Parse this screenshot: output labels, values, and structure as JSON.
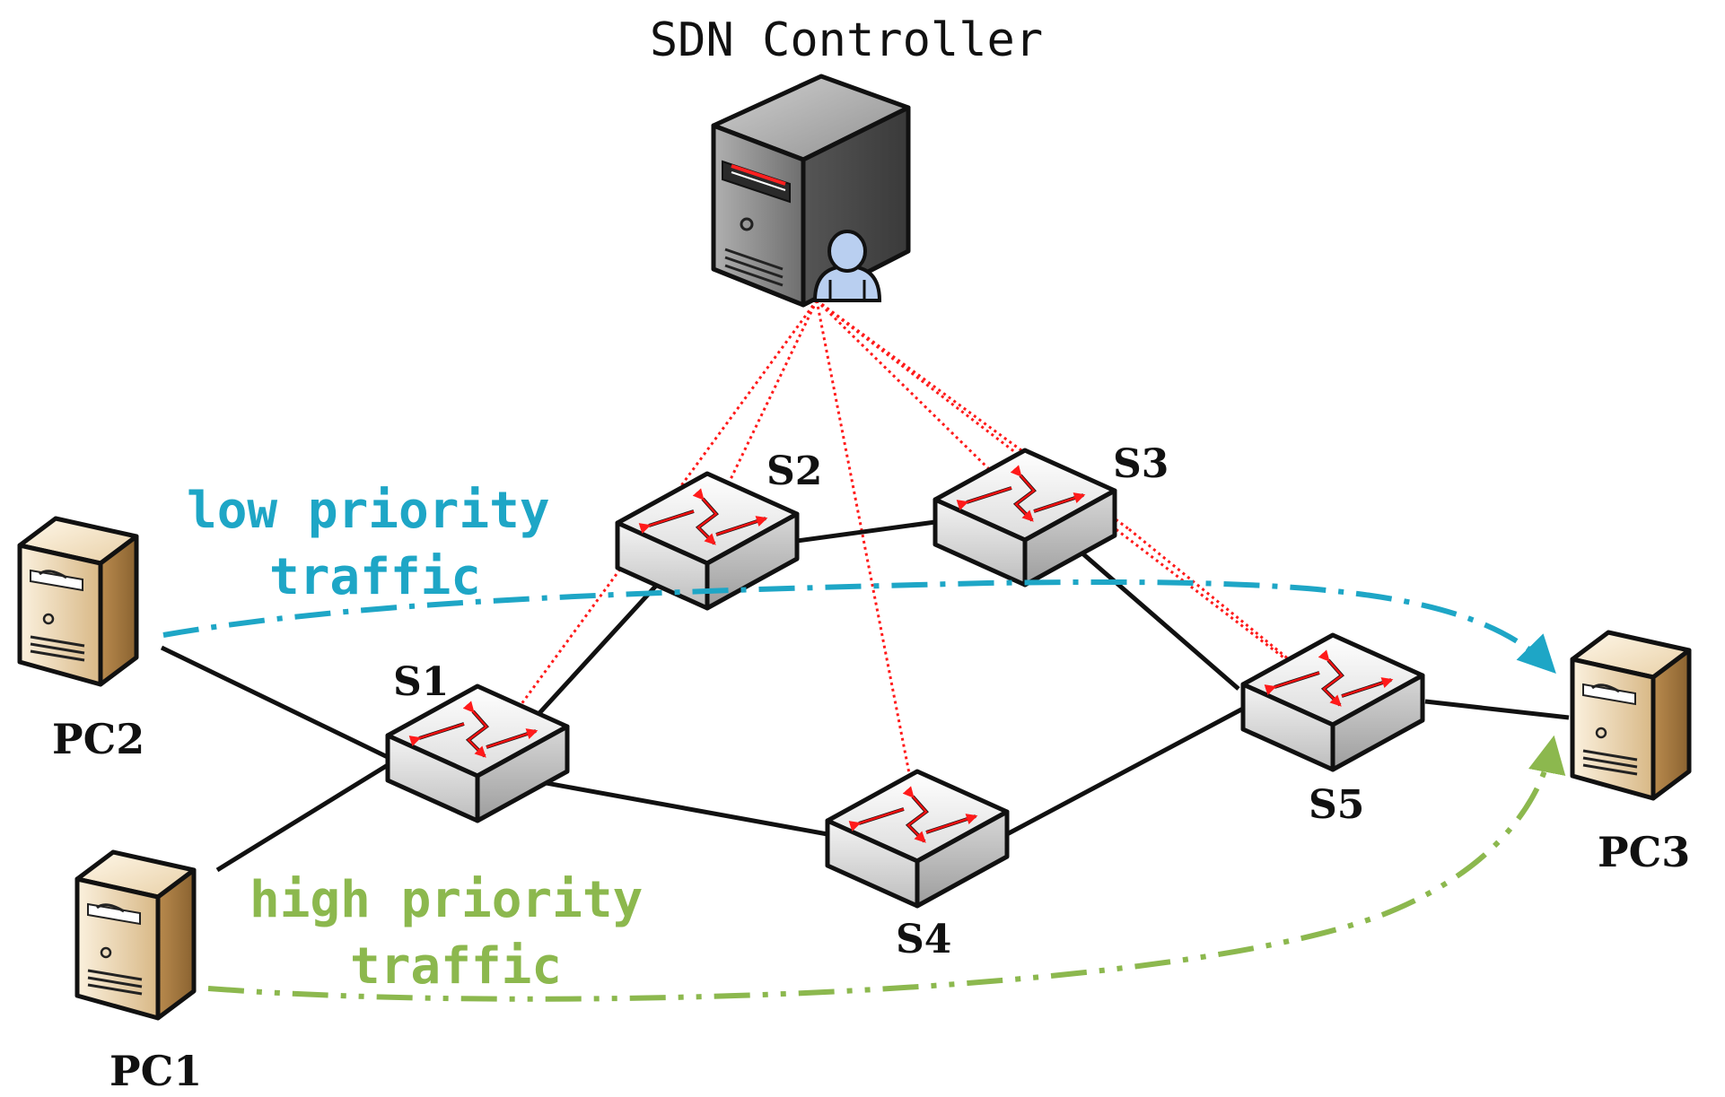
{
  "diagram": {
    "title": "SDN Controller",
    "switches": [
      {
        "id": "s1",
        "label": "S1"
      },
      {
        "id": "s2",
        "label": "S2"
      },
      {
        "id": "s3",
        "label": "S3"
      },
      {
        "id": "s4",
        "label": "S4"
      },
      {
        "id": "s5",
        "label": "S5"
      }
    ],
    "hosts": [
      {
        "id": "pc1",
        "label": "PC1"
      },
      {
        "id": "pc2",
        "label": "PC2"
      },
      {
        "id": "pc3",
        "label": "PC3"
      }
    ],
    "links": [
      [
        "pc2",
        "s1"
      ],
      [
        "pc1",
        "s1"
      ],
      [
        "s1",
        "s2"
      ],
      [
        "s1",
        "s4"
      ],
      [
        "s2",
        "s3"
      ],
      [
        "s3",
        "s5"
      ],
      [
        "s4",
        "s5"
      ],
      [
        "s5",
        "pc3"
      ]
    ],
    "control_links": [
      "s1",
      "s2",
      "s3",
      "s4",
      "s5"
    ],
    "flows": {
      "low": {
        "label_line1": "low priority",
        "label_line2": "traffic",
        "color": "#1ea6c6"
      },
      "high": {
        "label_line1": "high priority",
        "label_line2": "traffic",
        "color": "#8cb84e"
      }
    },
    "colors": {
      "control": "#ff1a1a",
      "link": "#111111",
      "controller_user": "#b9cff0"
    }
  }
}
